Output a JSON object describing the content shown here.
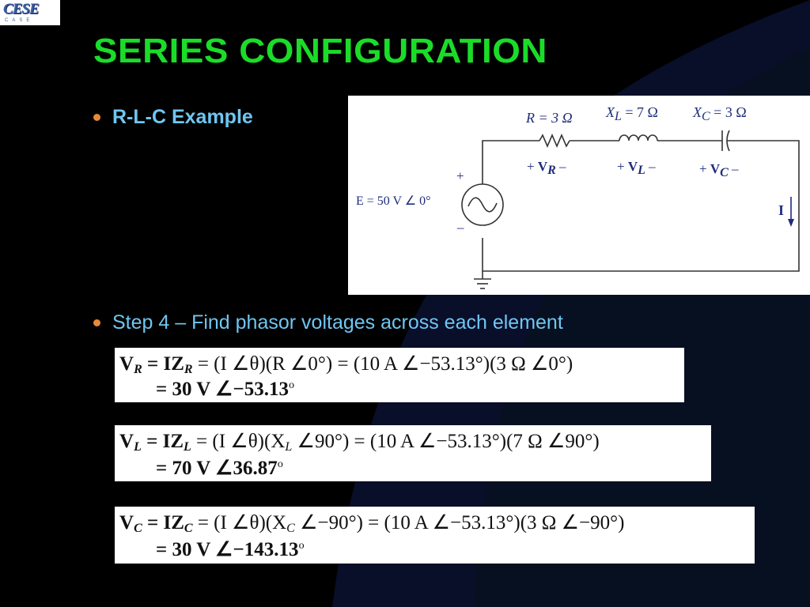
{
  "logo": {
    "text": "CESE",
    "sub": "CASE"
  },
  "title": "SERIES CONFIGURATION",
  "bullets": {
    "first": "R-L-C Example",
    "second": "Step 4 – Find phasor voltages across each element"
  },
  "circuit": {
    "r_label": "R = 3 Ω",
    "xl_label": "X",
    "xl_sub": "L",
    "xl_value": " = 7 Ω",
    "xc_label": "X",
    "xc_sub": "C",
    "xc_value": " = 3 Ω",
    "vr_plus": "+",
    "vr_name": "V",
    "vr_sub": "R",
    "vr_minus": "–",
    "vl_plus": "+",
    "vl_name": "V",
    "vl_sub": "L",
    "vl_minus": "–",
    "vc_plus": "+",
    "vc_name": "V",
    "vc_sub": "C",
    "vc_minus": "–",
    "source_plus": "+",
    "source_minus": "–",
    "source_label": "E = 50 V ∠ 0°",
    "current_label": "I"
  },
  "equations": [
    {
      "var": "V",
      "sub": "R",
      "line1_mid": " = IZ",
      "mid_sub": "R",
      "line1_rest": " = (I ∠θ)(R ∠0°) = (10 A ∠−53.13°)(3 Ω ∠0°)",
      "line2": "= 30 V ∠−53.13",
      "deg": "o"
    },
    {
      "var": "V",
      "sub": "L",
      "line1_mid": " = IZ",
      "mid_sub": "L",
      "line1_rest": " = (I ∠θ)(X",
      "rest_sub": "L",
      "line1_tail": " ∠90°) = (10 A ∠−53.13°)(7 Ω ∠90°)",
      "line2": "= 70 V ∠36.87",
      "deg": "o"
    },
    {
      "var": "V",
      "sub": "C",
      "line1_mid": " = IZ",
      "mid_sub": "C",
      "line1_rest": " = (I ∠θ)(X",
      "rest_sub": "C",
      "line1_tail": " ∠−90°) = (10 A ∠−53.13°)(3 Ω ∠−90°)",
      "line2": "= 30 V ∠−143.13",
      "deg": "o"
    }
  ],
  "colors": {
    "title": "#1bdc29",
    "bullet_text": "#6fc6f2",
    "bullet_dot": "#e58a3a",
    "circuit_label": "#1f2d7a"
  }
}
